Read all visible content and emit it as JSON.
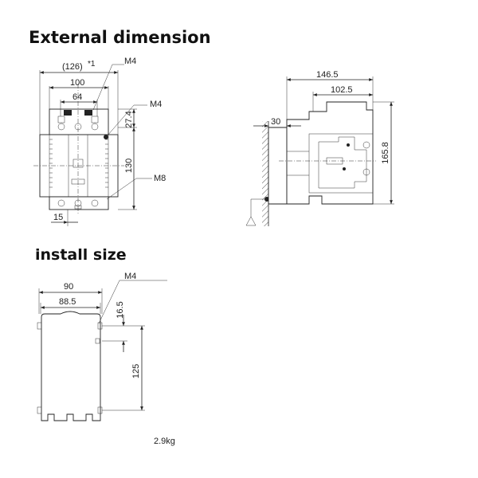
{
  "headings": {
    "external": "External dimension",
    "install": "install size"
  },
  "front_view": {
    "overall_width": "(126)",
    "overall_width_note": "*1",
    "width_100": "100",
    "width_64": "64",
    "height_27_4": "27.4",
    "height_130": "130",
    "width_15": "15",
    "screw_top": "M4",
    "screw_side": "M4",
    "screw_main": "M8"
  },
  "side_view": {
    "depth_146_5": "146.5",
    "depth_102_5": "102.5",
    "offset_30": "30",
    "height_165_8": "165.8"
  },
  "install_view": {
    "width_90": "90",
    "width_88_5": "88.5",
    "offset_16_5": "16.5",
    "height_125": "125",
    "screw": "M4"
  },
  "weight": "2.9kg"
}
